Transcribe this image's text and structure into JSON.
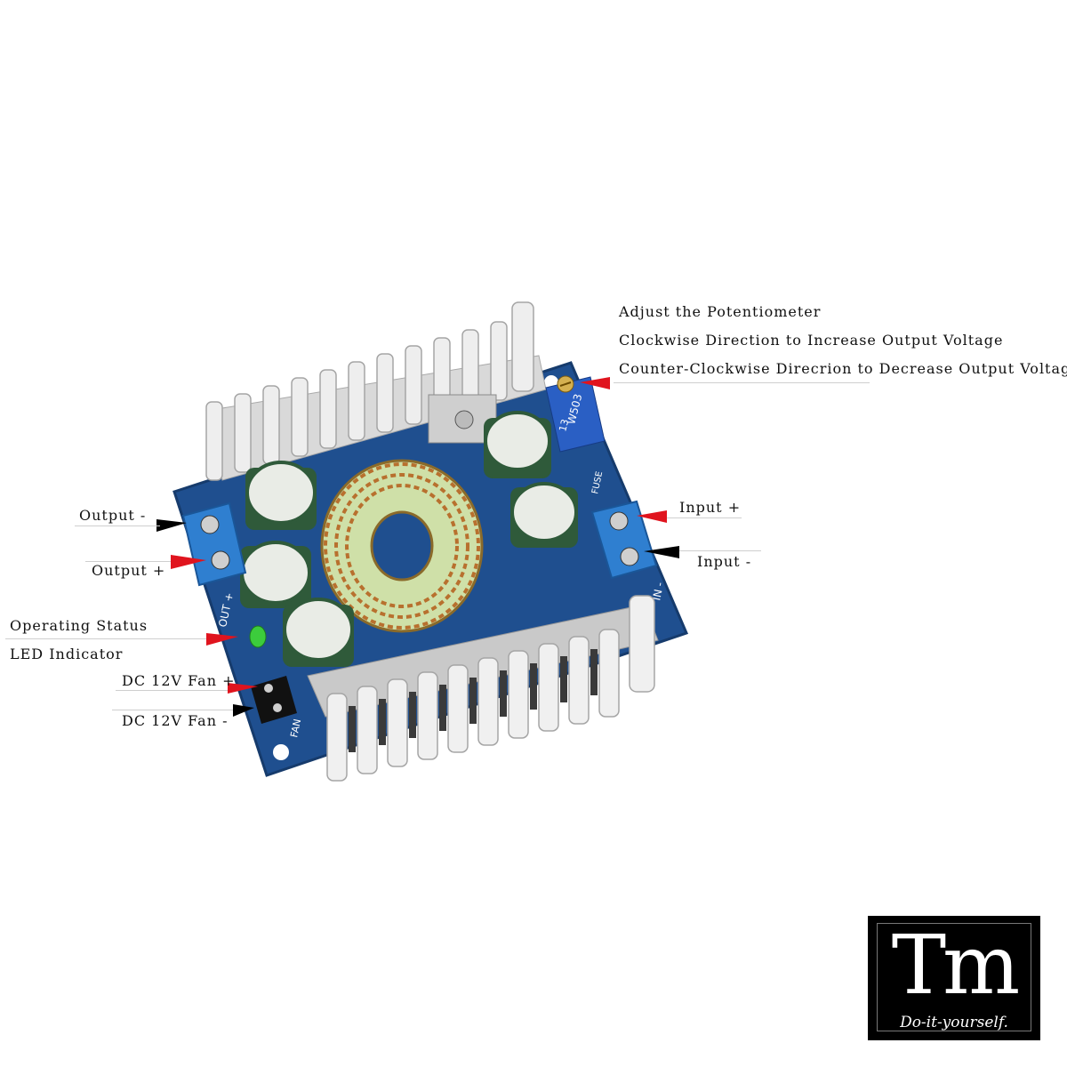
{
  "annotations": {
    "potentiometer_line1": "Adjust the Potentiometer",
    "potentiometer_line2": "Clockwise Direction to Increase Output Voltage",
    "potentiometer_line3": "Counter-Clockwise Direcrion to Decrease Output Voltage",
    "output_minus": "Output -",
    "output_plus": "Output +",
    "input_plus": "Input +",
    "input_minus": "Input -",
    "status_line1": "Operating Status",
    "status_line2": "LED Indicator",
    "fan_plus": "DC 12V Fan +",
    "fan_minus": "DC 12V Fan -"
  },
  "board_markings": {
    "pot_code": "W503",
    "pot_sub": "13",
    "out_label": "OUT +",
    "in_label": "IN -",
    "fan_label": "FAN",
    "fuse_label": "FUSE"
  },
  "logo": {
    "mark": "Tm",
    "tagline": "Do-it-yourself."
  },
  "colors": {
    "pcb": "#1f4f8f",
    "heatsink": "#e6e6e6",
    "terminal": "#2f7fd0",
    "arrow_red": "#e0141e",
    "arrow_black": "#000000",
    "led": "#3ccc3c",
    "capacitor": "#2f5a3a",
    "coil": "#b8702e"
  }
}
